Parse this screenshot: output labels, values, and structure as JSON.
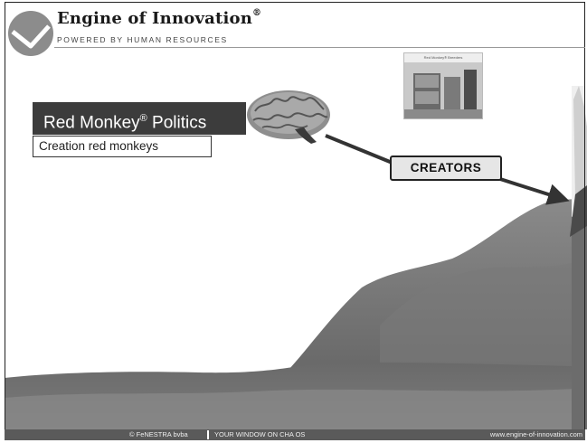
{
  "header": {
    "title": "Engine of Innovation",
    "title_mark": "®",
    "subtitle": "Powered by Human Resources"
  },
  "diagram": {
    "label": "Red Monkey",
    "label_mark": "®",
    "label_suffix": " Politics",
    "sub_label": "Creation red monkeys",
    "connector_label": "CREATORS",
    "photo_caption": "Red Monkey® Breeders"
  },
  "footer": {
    "copyright": "© FeNESTRA bvba",
    "tagline": "YOUR WINDOW ON CHA OS",
    "url": "www.engine-of-innovation.com"
  },
  "colors": {
    "label_bg": "#3c3c3c",
    "footer_bg": "#5a5a5a",
    "logo": "#8c8c8c"
  }
}
